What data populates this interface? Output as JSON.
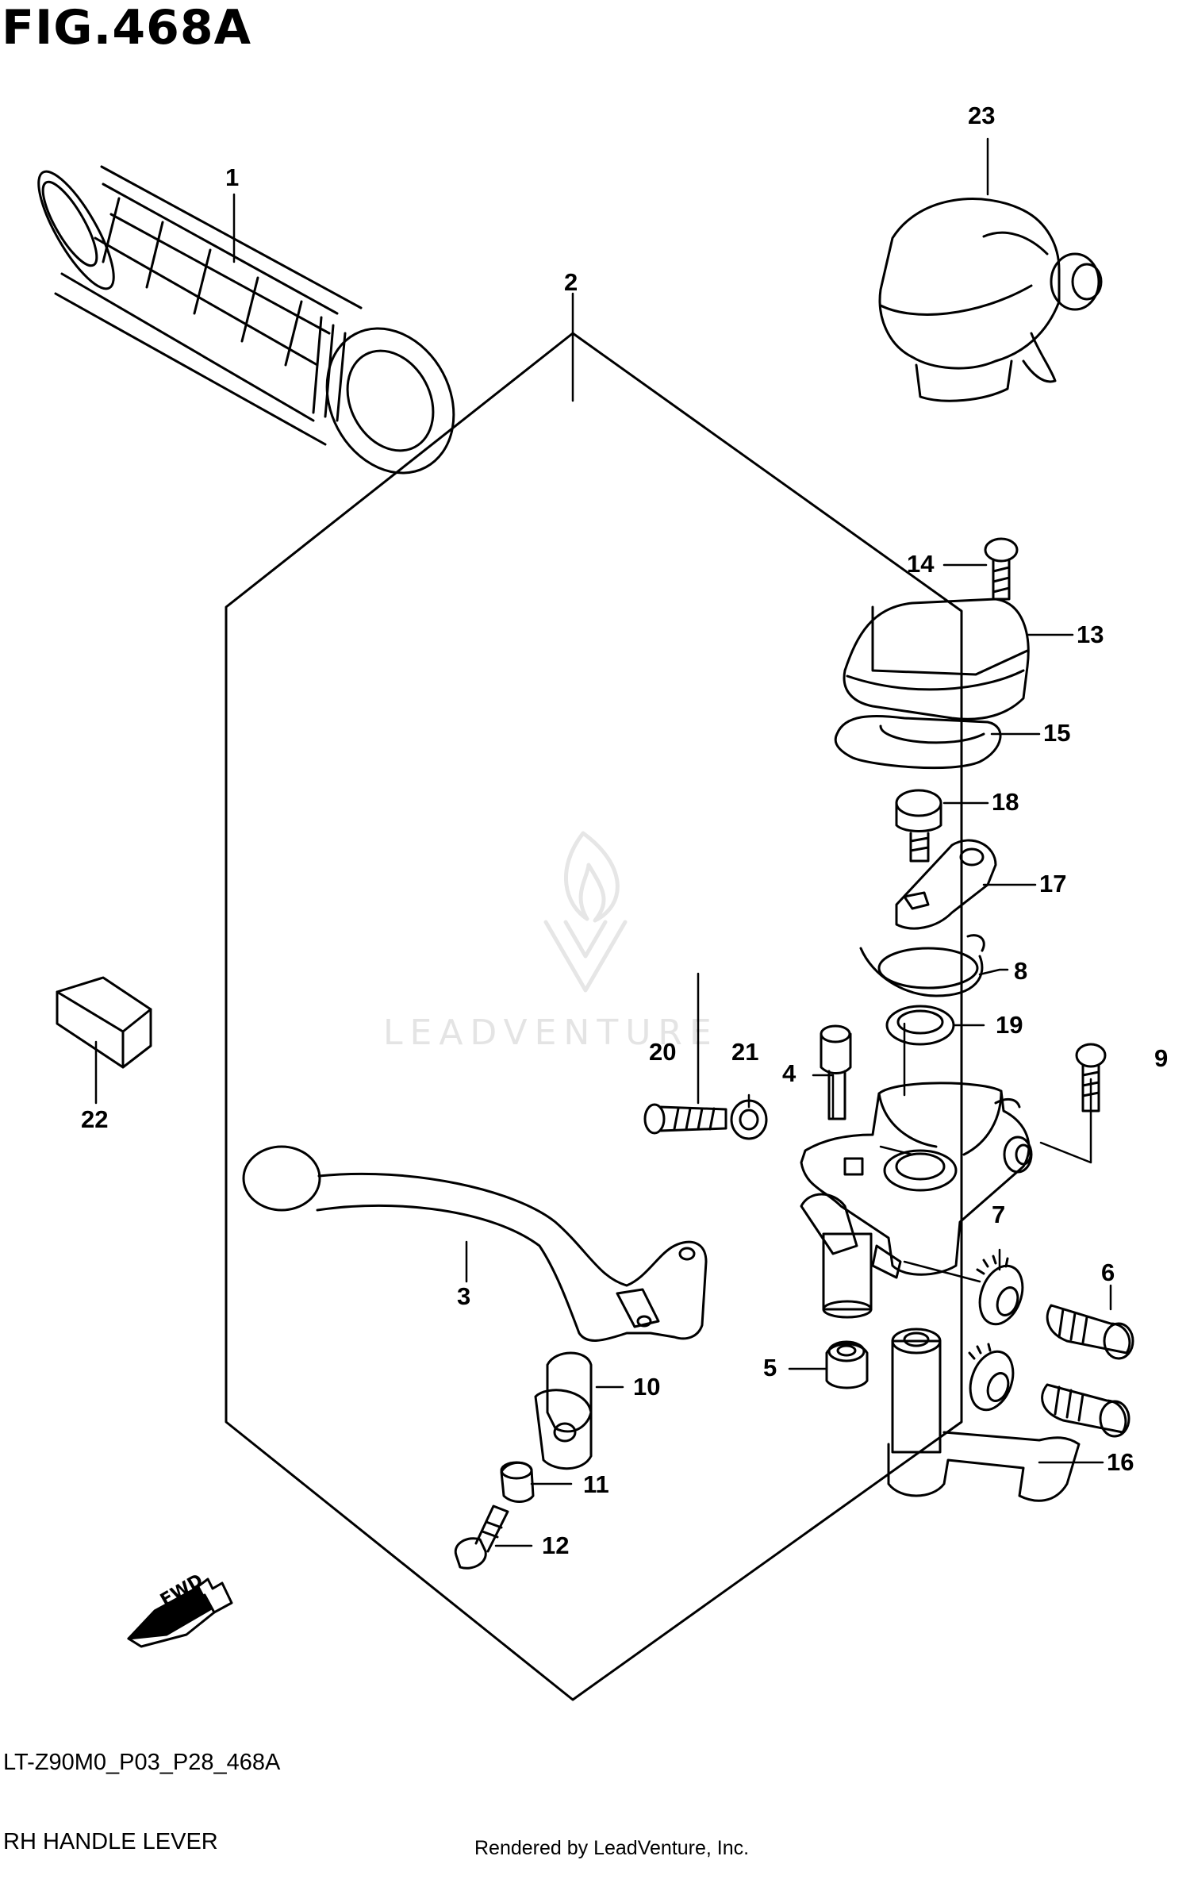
{
  "figure": {
    "title": "FIG.468A",
    "code": "LT-Z90M0_P03_P28_468A",
    "name": "RH HANDLE LEVER",
    "credit": "Rendered by LeadVenture, Inc.",
    "watermark": "LEADVENTURE",
    "fwd_label": "FWD"
  },
  "callouts": [
    "1",
    "2",
    "3",
    "4",
    "5",
    "6",
    "7",
    "8",
    "9",
    "10",
    "11",
    "12",
    "13",
    "14",
    "15",
    "16",
    "17",
    "18",
    "19",
    "20",
    "21",
    "22",
    "23"
  ]
}
